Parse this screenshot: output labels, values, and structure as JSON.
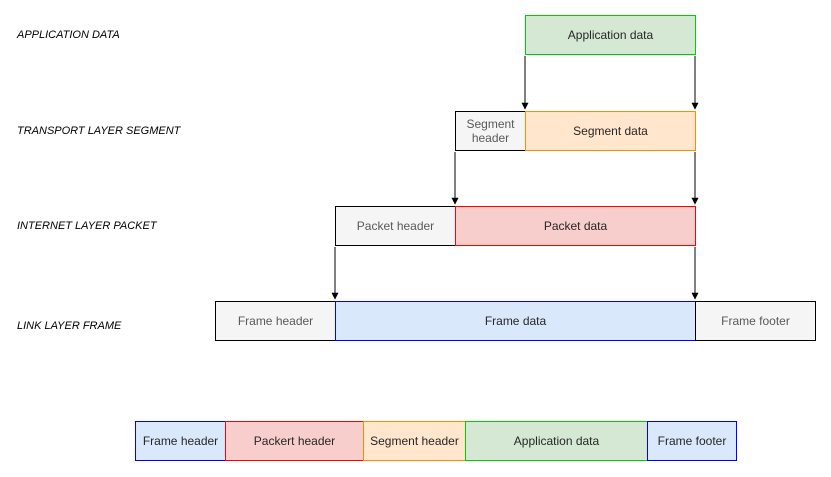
{
  "diagram": {
    "layer_rows": [
      {
        "label": "APPLICATION DATA",
        "boxes": [
          {
            "text": "Application data",
            "kind": "data",
            "color_key": "green"
          }
        ]
      },
      {
        "label": "TRANSPORT LAYER SEGMENT",
        "boxes": [
          {
            "text": "Segment header",
            "kind": "header",
            "color_key": "grey"
          },
          {
            "text": "Segment data",
            "kind": "data",
            "color_key": "orange"
          }
        ]
      },
      {
        "label": "INTERNET LAYER PACKET",
        "boxes": [
          {
            "text": "Packet header",
            "kind": "header",
            "color_key": "grey"
          },
          {
            "text": "Packet data",
            "kind": "data",
            "color_key": "red"
          }
        ]
      },
      {
        "label": "LINK LAYER FRAME",
        "boxes": [
          {
            "text": "Frame header",
            "kind": "header",
            "color_key": "grey"
          },
          {
            "text": "Frame data",
            "kind": "data",
            "color_key": "blue"
          },
          {
            "text": "Frame footer",
            "kind": "footer",
            "color_key": "grey"
          }
        ]
      }
    ],
    "composite_frame": {
      "segments": [
        {
          "text": "Frame header",
          "color_key": "blue"
        },
        {
          "text": "Packert header",
          "color_key": "red"
        },
        {
          "text": "Segment header",
          "color_key": "orange"
        },
        {
          "text": "Application data",
          "color_key": "green"
        },
        {
          "text": "Frame footer",
          "color_key": "blue"
        }
      ]
    },
    "colors": {
      "green_stroke": "#00cc00",
      "green_fill": "#d5e8d4",
      "orange_stroke": "#ff8c00",
      "orange_fill": "#ffe6cc",
      "red_stroke": "#ff0000",
      "red_fill": "#f8cecc",
      "blue_stroke": "#0000ff",
      "blue_fill": "#dae8fc",
      "grey_fill": "#f5f5f5",
      "grey_stroke": "#000000",
      "arrow": "#000000"
    }
  }
}
